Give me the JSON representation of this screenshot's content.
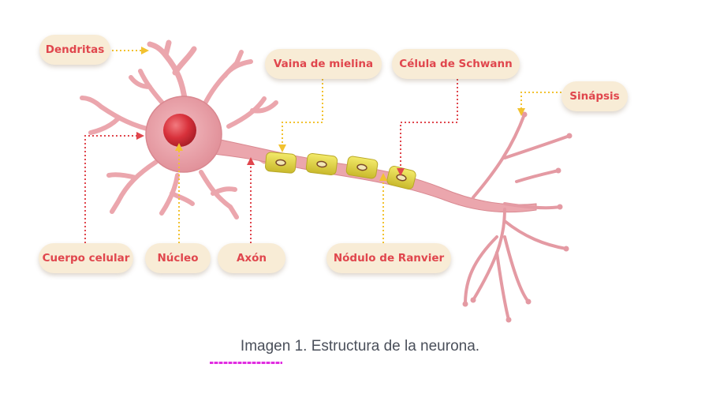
{
  "labels": {
    "dendritas": "Dendritas",
    "vaina": "Vaina de mielina",
    "schwann": "Célula de Schwann",
    "sinapsis": "Sinápsis",
    "cuerpo": "Cuerpo celular",
    "nucleo": "Núcleo",
    "axon": "Axón",
    "nodulo": "Nódulo de Ranvier"
  },
  "caption": "Imagen 1. Estructura de la neurona.",
  "colors": {
    "label_text": "#e0464d",
    "label_bg": "#f8ecd6",
    "leader_yellow": "#f2c230",
    "leader_red": "#e0464d",
    "neuron_body": "#eba6ad",
    "nucleus": "#d8313b",
    "myelin": "#e6dc4a"
  }
}
